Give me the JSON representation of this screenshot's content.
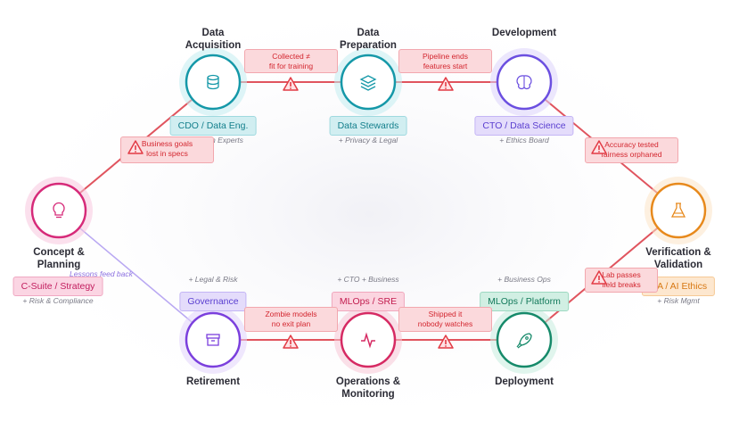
{
  "nodes": [
    {
      "key": "concept",
      "title": "Concept &\nPlanning",
      "color": "#d62a79",
      "glow": "#f7c6de",
      "icon": "lightbulb-icon"
    },
    {
      "key": "acquisition",
      "title": "Data\nAcquisition",
      "color": "#1598a8",
      "glow": "#c3ecf0",
      "icon": "database-icon"
    },
    {
      "key": "preparation",
      "title": "Data\nPreparation",
      "color": "#1598a8",
      "glow": "#c3ecf0",
      "icon": "layers-icon"
    },
    {
      "key": "development",
      "title": "Development",
      "color": "#6b4fe0",
      "glow": "#dcd3fb",
      "icon": "brain-icon"
    },
    {
      "key": "verification",
      "title": "Verification &\nValidation",
      "color": "#e7891c",
      "glow": "#fbe3c6",
      "icon": "flask-icon"
    },
    {
      "key": "deployment",
      "title": "Deployment",
      "color": "#168a6a",
      "glow": "#c6ecdf",
      "icon": "rocket-icon"
    },
    {
      "key": "operations",
      "title": "Operations &\nMonitoring",
      "color": "#d62a63",
      "glow": "#f7c6d6",
      "icon": "activity-icon"
    },
    {
      "key": "retirement",
      "title": "Retirement",
      "color": "#7b3fdd",
      "glow": "#e2d3fb",
      "icon": "archive-icon"
    }
  ],
  "owners": {
    "concept": {
      "label": "C-Suite / Strategy",
      "support": "+ Risk & Compliance",
      "bg": "#fbd5e3",
      "border": "#f0a8c2",
      "fg": "#c21d5e"
    },
    "acquisition": {
      "label": "CDO / Data Eng.",
      "support": "+ Domain Experts",
      "bg": "#d1eef1",
      "border": "#9fd9df",
      "fg": "#137f8c"
    },
    "preparation": {
      "label": "Data Stewards",
      "support": "+ Privacy & Legal",
      "bg": "#d1eef1",
      "border": "#9fd9df",
      "fg": "#137f8c"
    },
    "development": {
      "label": "CTO / Data Science",
      "support": "+ Ethics Board",
      "bg": "#e4dcfb",
      "border": "#c4b5f5",
      "fg": "#5a3fd0"
    },
    "verification": {
      "label": "QA / AI Ethics",
      "support": "+ Risk Mgmt",
      "bg": "#fde7cf",
      "border": "#f6c995",
      "fg": "#d77813"
    },
    "deployment": {
      "label": "MLOps / Platform",
      "support": "+ Business Ops",
      "bg": "#d1efe3",
      "border": "#9dd9c1",
      "fg": "#137a5b"
    },
    "operations": {
      "label": "MLOps / SRE",
      "support": "+ CTO + Business",
      "bg": "#fbd5e0",
      "border": "#f0a8bd",
      "fg": "#c21d4f"
    },
    "retirement": {
      "label": "Governance",
      "support": "+ Legal & Risk",
      "bg": "#e4dcfb",
      "border": "#c4b5f5",
      "fg": "#5a3fd0"
    }
  },
  "gaps": [
    {
      "key": "concept-acquisition",
      "text": "Business goals\nlost in specs"
    },
    {
      "key": "acquisition-preparation",
      "text": "Collected ≠\nfit for training"
    },
    {
      "key": "preparation-development",
      "text": "Pipeline ends\nfeatures start"
    },
    {
      "key": "development-verification",
      "text": "Accuracy tested\nfairness orphaned"
    },
    {
      "key": "verification-deployment",
      "text": "Lab passes\nfield breaks"
    },
    {
      "key": "deployment-operations",
      "text": "Shipped it\nnobody watches"
    },
    {
      "key": "operations-retirement",
      "text": "Zombie models\nno exit plan"
    }
  ],
  "feedback_label": "Lessons feed back",
  "colors": {
    "handoff_line": "#e0545e",
    "feedback_line": "#b9a8f2",
    "warning": "#e23b45"
  }
}
